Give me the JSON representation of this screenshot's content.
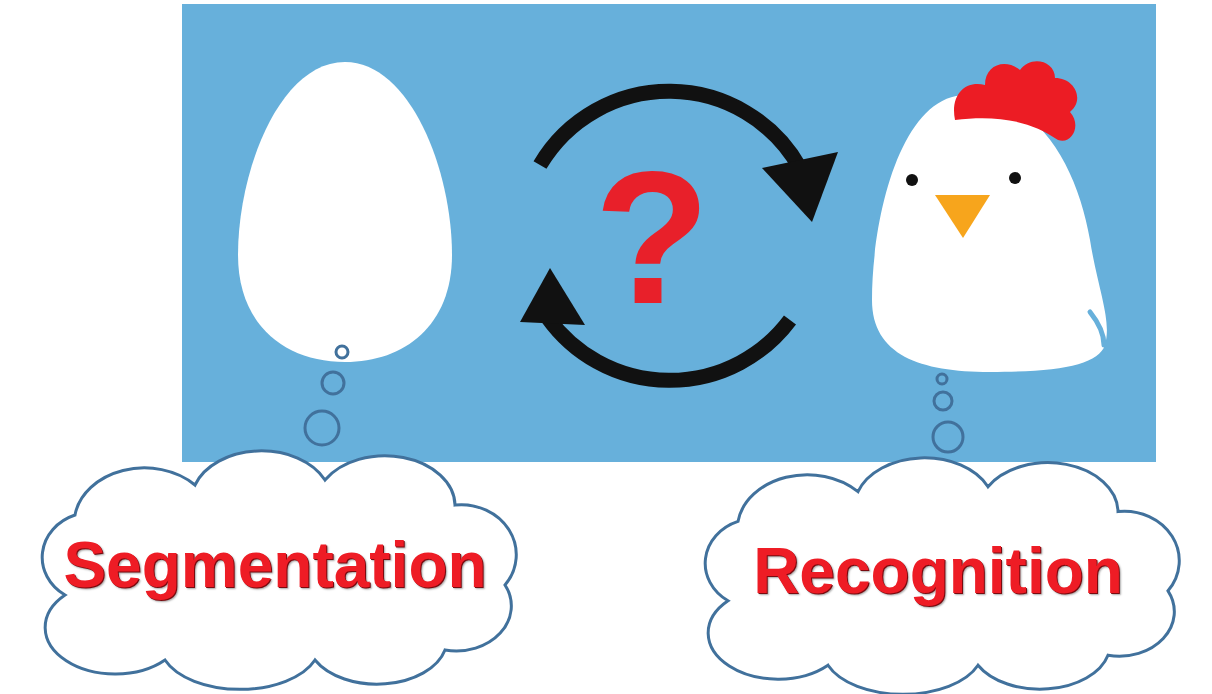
{
  "diagram": {
    "nodes": [
      {
        "text": [
          "Segmentation"
        ]
      },
      {
        "text": [
          "Recognition"
        ]
      }
    ],
    "labels": [
      "?"
    ]
  }
}
